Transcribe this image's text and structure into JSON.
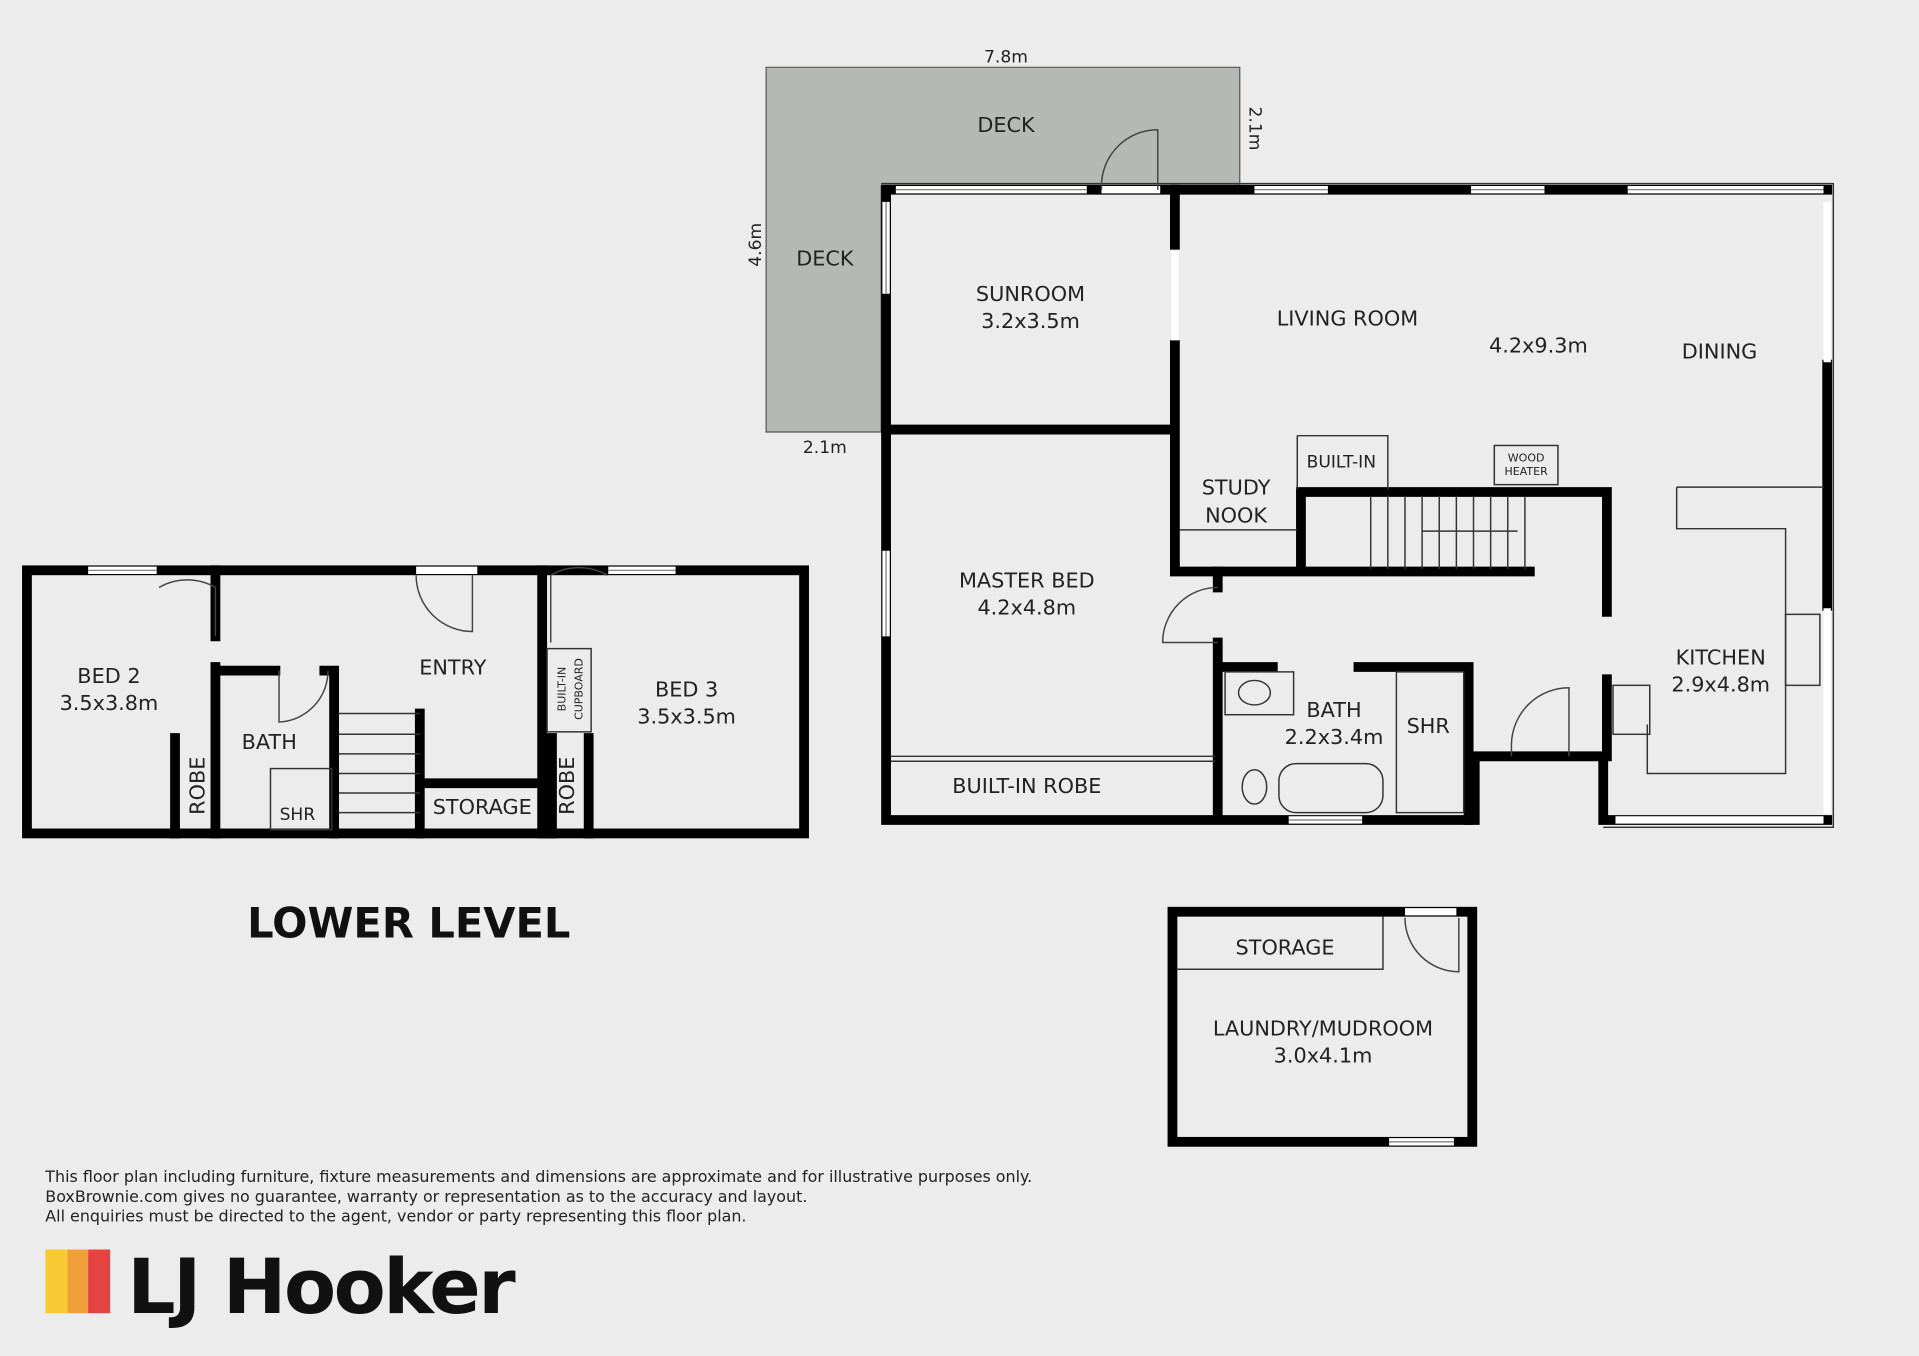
{
  "deck": {
    "label_top": "DECK",
    "label_side": "DECK",
    "dim_top": "7.8m",
    "dim_right": "2.1m",
    "dim_left": "4.6m",
    "dim_bottom": "2.1m",
    "color": "#b5b9b5"
  },
  "upper": {
    "sunroom": {
      "name": "SUNROOM",
      "size": "3.2x3.5m"
    },
    "living": {
      "name": "LIVING ROOM",
      "size": "4.2x9.3m"
    },
    "dining": {
      "name": "DINING"
    },
    "study": {
      "line1": "STUDY",
      "line2": "NOOK"
    },
    "builtin": "BUILT-IN",
    "wood_heater": {
      "line1": "WOOD",
      "line2": "HEATER"
    },
    "master": {
      "name": "MASTER BED",
      "size": "4.2x4.8m"
    },
    "builtin_robe": "BUILT-IN ROBE",
    "bath": {
      "name": "BATH",
      "size": "2.2x3.4m"
    },
    "shr": "SHR",
    "kitchen": {
      "name": "KITCHEN",
      "size": "2.9x4.8m"
    }
  },
  "lower": {
    "title": "LOWER LEVEL",
    "bed2": {
      "name": "BED 2",
      "size": "3.5x3.8m"
    },
    "entry": "ENTRY",
    "bath": "BATH",
    "shr": "SHR",
    "robe1": "ROBE",
    "robe2": "ROBE",
    "storage": "STORAGE",
    "cupboard": {
      "line1": "BUILT-IN",
      "line2": "CUPBOARD"
    },
    "bed3": {
      "name": "BED 3",
      "size": "3.5x3.5m"
    }
  },
  "outbuilding": {
    "storage": "STORAGE",
    "name": "LAUNDRY/MUDROOM",
    "size": "3.0x4.1m"
  },
  "disclaimer": [
    "This floor plan including furniture, fixture measurements and dimensions are approximate and for illustrative purposes only.",
    "BoxBrownie.com gives no guarantee, warranty or representation as to the accuracy and layout.",
    "All enquiries must be directed to the agent, vendor or party representing this floor plan."
  ],
  "logo": {
    "text": "LJ Hooker",
    "colors": [
      "#f9c935",
      "#f0a03a",
      "#e5433f"
    ]
  }
}
